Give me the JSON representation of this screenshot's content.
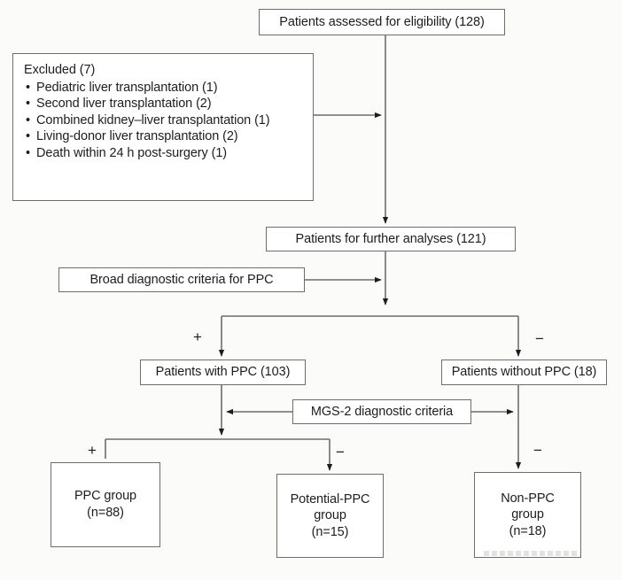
{
  "figure": {
    "type": "flowchart",
    "orientation": "top-down",
    "line_color": "#6d6d6d",
    "text_color": "#1d1d1d",
    "background": "#fbfbfa"
  },
  "nodes": {
    "assessed": {
      "label": "Patients assessed for eligibility (128)",
      "count": 128
    },
    "excluded": {
      "title": "Excluded (7)",
      "count": 7,
      "items": [
        "Pediatric liver transplantation (1)",
        "Second liver transplantation (2)",
        "Combined kidney–liver transplantation (1)",
        "Living-donor liver transplantation (2)",
        "Death within 24 h post-surgery (1)"
      ]
    },
    "further": {
      "label": "Patients for further analyses (121)",
      "count": 121
    },
    "broad_criteria": {
      "label": "Broad diagnostic criteria for PPC"
    },
    "with_ppc": {
      "label": "Patients with PPC (103)",
      "count": 103
    },
    "without_ppc": {
      "label": "Patients without PPC (18)",
      "count": 18
    },
    "mgs_criteria": {
      "label": "MGS-2 diagnostic criteria"
    },
    "ppc_group": {
      "line1": "PPC group",
      "line2": "(n=88)",
      "n": 88
    },
    "potential_ppc_group": {
      "line1": "Potential-PPC",
      "line2": "group",
      "line3": "(n=15)",
      "n": 15
    },
    "non_ppc_group": {
      "line1": "Non-PPC",
      "line2": "group",
      "line3": "(n=18)",
      "n": 18
    }
  },
  "signs": {
    "plus_with_ppc": "+",
    "minus_without_ppc": "−",
    "plus_ppc_group": "+",
    "minus_potential_ppc": "−",
    "minus_non_ppc": "−"
  }
}
